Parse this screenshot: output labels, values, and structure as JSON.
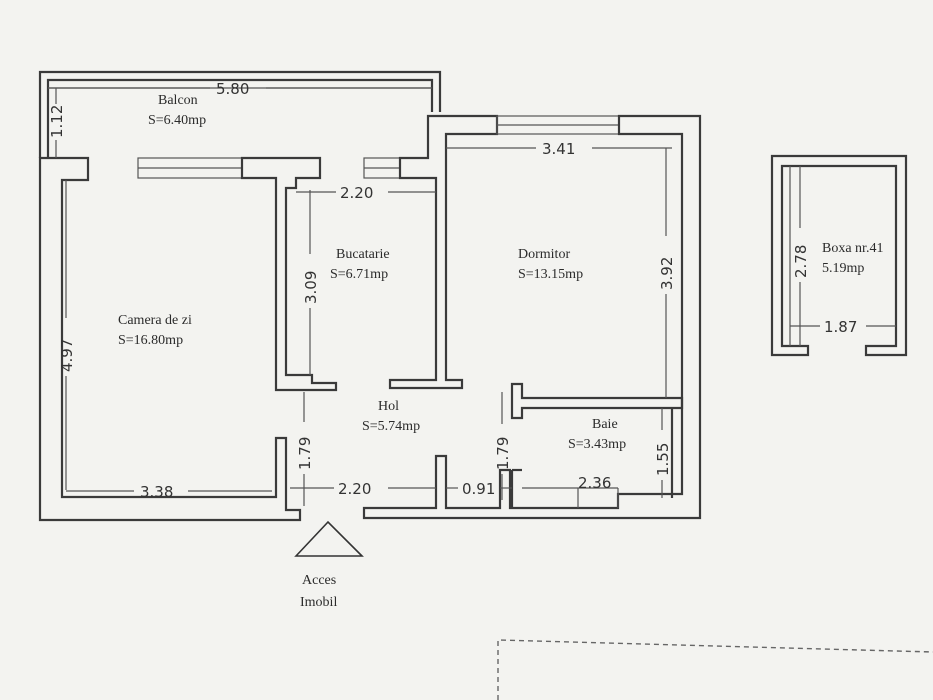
{
  "rooms": {
    "balcon": {
      "name": "Balcon",
      "area": "S=6.40mp"
    },
    "bucatarie": {
      "name": "Bucatarie",
      "area": "S=6.71mp"
    },
    "dormitor": {
      "name": "Dormitor",
      "area": "S=13.15mp"
    },
    "camera": {
      "name": "Camera de zi",
      "area": "S=16.80mp"
    },
    "hol": {
      "name": "Hol",
      "area": "S=5.74mp"
    },
    "baie": {
      "name": "Baie",
      "area": "S=3.43mp"
    },
    "boxa": {
      "name": "Boxa nr.41",
      "area": "5.19mp"
    }
  },
  "dimensions": {
    "balcon_width": "5.80",
    "balcon_depth": "1.12",
    "dormitor_width": "3.41",
    "bucatarie_width": "2.20",
    "bucatarie_depth": "3.09",
    "dormitor_depth": "3.92",
    "camera_depth": "4.97",
    "camera_width": "3.38",
    "hol_width": "2.20",
    "hol_depth_left": "1.79",
    "hol_depth_right": "1.79",
    "corridor_width": "0.91",
    "baie_width": "2.36",
    "baie_depth": "1.55",
    "boxa_depth": "2.78",
    "boxa_width": "1.87"
  },
  "access": {
    "line1": "Acces",
    "line2": "Imobil"
  }
}
